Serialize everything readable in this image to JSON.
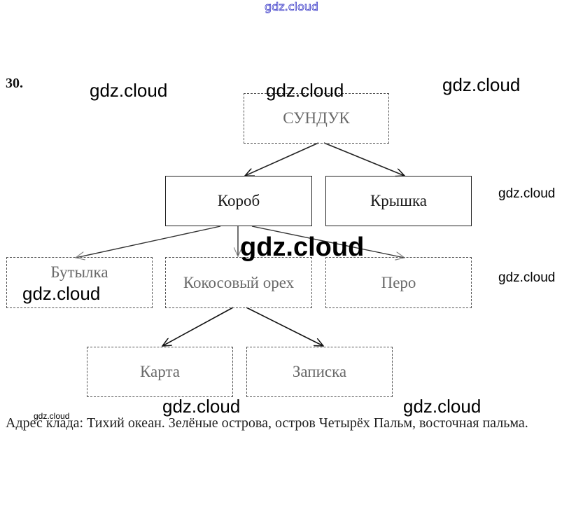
{
  "header": {
    "site_watermark": "gdz.cloud",
    "task_number": "30."
  },
  "diagram": {
    "nodes": [
      {
        "id": "chest",
        "label": "СУНДУК",
        "level": 0
      },
      {
        "id": "box",
        "label": "Короб",
        "level": 1
      },
      {
        "id": "lid",
        "label": "Крышка",
        "level": 1
      },
      {
        "id": "bottle",
        "label": "Бутылка",
        "level": 2
      },
      {
        "id": "coconut",
        "label": "Кокосовый орех",
        "level": 2
      },
      {
        "id": "feather",
        "label": "Перо",
        "level": 2
      },
      {
        "id": "map",
        "label": "Карта",
        "level": 3
      },
      {
        "id": "note",
        "label": "Записка",
        "level": 3
      }
    ],
    "edges": [
      {
        "from": "chest",
        "to": "box"
      },
      {
        "from": "chest",
        "to": "lid"
      },
      {
        "from": "box",
        "to": "bottle"
      },
      {
        "from": "box",
        "to": "coconut"
      },
      {
        "from": "box",
        "to": "feather"
      },
      {
        "from": "coconut",
        "to": "map"
      },
      {
        "from": "coconut",
        "to": "note"
      }
    ]
  },
  "answer": {
    "text": "Адрес клада: Тихий океан. Зелёные острова, остров Четырёх Пальм, восточная пальма."
  },
  "watermarks": [
    "gdz.cloud",
    "gdz.cloud",
    "gdz.cloud",
    "gdz.cloud",
    "gdz.cloud",
    "gdz.cloud",
    "gdz.cloud",
    "gdz.cloud",
    "gdz.cloud",
    "gdz.cloud"
  ]
}
